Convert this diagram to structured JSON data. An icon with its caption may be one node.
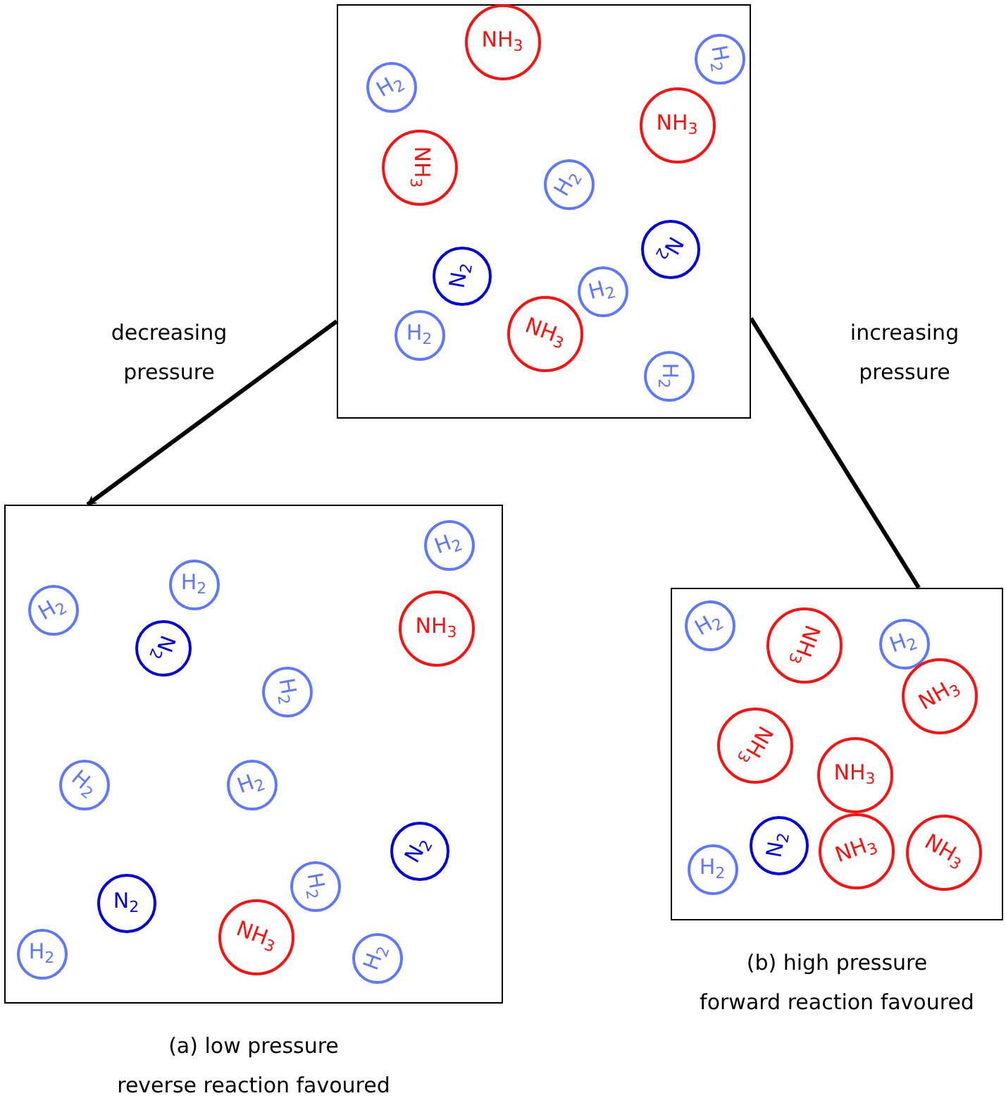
{
  "diagram": {
    "nodes": [
      {
        "text": [],
        "shape": "box"
      },
      {
        "text": [
          "NH$_{3}$"
        ],
        "in": 0
      },
      {
        "text": [
          "H$_{2}$"
        ],
        "in": 0
      },
      {
        "text": [
          "H$_{2}$"
        ],
        "in": 0
      },
      {
        "text": [
          "NH$_{3}$"
        ],
        "in": 0
      },
      {
        "text": [
          "NH$_{3}$"
        ],
        "in": 0
      },
      {
        "text": [
          "H$_{2}$"
        ],
        "in": 0
      },
      {
        "text": [
          "N$_{2}$"
        ],
        "in": 0
      },
      {
        "text": [
          "N$_{2}$"
        ],
        "in": 0
      },
      {
        "text": [
          "H$_{2}$"
        ],
        "in": 0
      },
      {
        "text": [
          "NH$_{3}$"
        ],
        "in": 0
      },
      {
        "text": [
          "H$_{2}$"
        ],
        "in": 0
      },
      {
        "text": [
          "H$_{2}$"
        ],
        "in": 0
      },
      {
        "text": [],
        "shape": "box",
        "beside": [
          "(a) low pressure",
          "reverse reaction favoured"
        ]
      },
      {
        "text": [
          "H$_{2}$"
        ],
        "in": 13
      },
      {
        "text": [
          "H$_{2}$"
        ],
        "in": 13
      },
      {
        "text": [
          "H$_{2}$"
        ],
        "in": 13
      },
      {
        "text": [
          "NH$_{3}$"
        ],
        "in": 13
      },
      {
        "text": [
          "N$_{2}$"
        ],
        "in": 13
      },
      {
        "text": [
          "H$_{2}$"
        ],
        "in": 13
      },
      {
        "text": [
          "H$_{2}$"
        ],
        "in": 13
      },
      {
        "text": [
          "H$_{2}$"
        ],
        "in": 13
      },
      {
        "text": [
          "N$_{2}$"
        ],
        "in": 13
      },
      {
        "text": [
          "H$_{2}$"
        ],
        "in": 13
      },
      {
        "text": [
          "N$_{2}$"
        ],
        "in": 13
      },
      {
        "text": [
          "NH$_{3}$"
        ],
        "in": 13
      },
      {
        "text": [
          "H$_{2}$"
        ],
        "in": 13
      },
      {
        "text": [
          "H$_{2}$"
        ],
        "in": 13
      },
      {
        "text": [],
        "shape": "box",
        "beside": [
          "(b) high pressure",
          "forward reaction favoured"
        ]
      },
      {
        "text": [
          "H$_{2}$"
        ],
        "in": 28
      },
      {
        "text": [
          "H$_{2}$"
        ],
        "in": 28
      },
      {
        "text": [
          "NH$_{3}$"
        ],
        "in": 28
      },
      {
        "text": [
          "NH$_{3}$"
        ],
        "in": 28
      },
      {
        "text": [
          "NH$_{3}$"
        ],
        "in": 28
      },
      {
        "text": [
          "NH$_{3}$"
        ],
        "in": 28
      },
      {
        "text": [
          "N$_{2}$"
        ],
        "in": 28
      },
      {
        "text": [
          "NH$_{3}$"
        ],
        "in": 28
      },
      {
        "text": [
          "NH$_{3}$"
        ],
        "in": 28
      },
      {
        "text": [
          "H$_{2}$"
        ],
        "in": 28
      }
    ],
    "edges": [
      {
        "from": 0,
        "to": 13,
        "arrow": "to",
        "label": "decreasing pressure"
      },
      {
        "from": 0,
        "to": 28,
        "arrow": "none",
        "label": "increasing pressure"
      }
    ]
  }
}
